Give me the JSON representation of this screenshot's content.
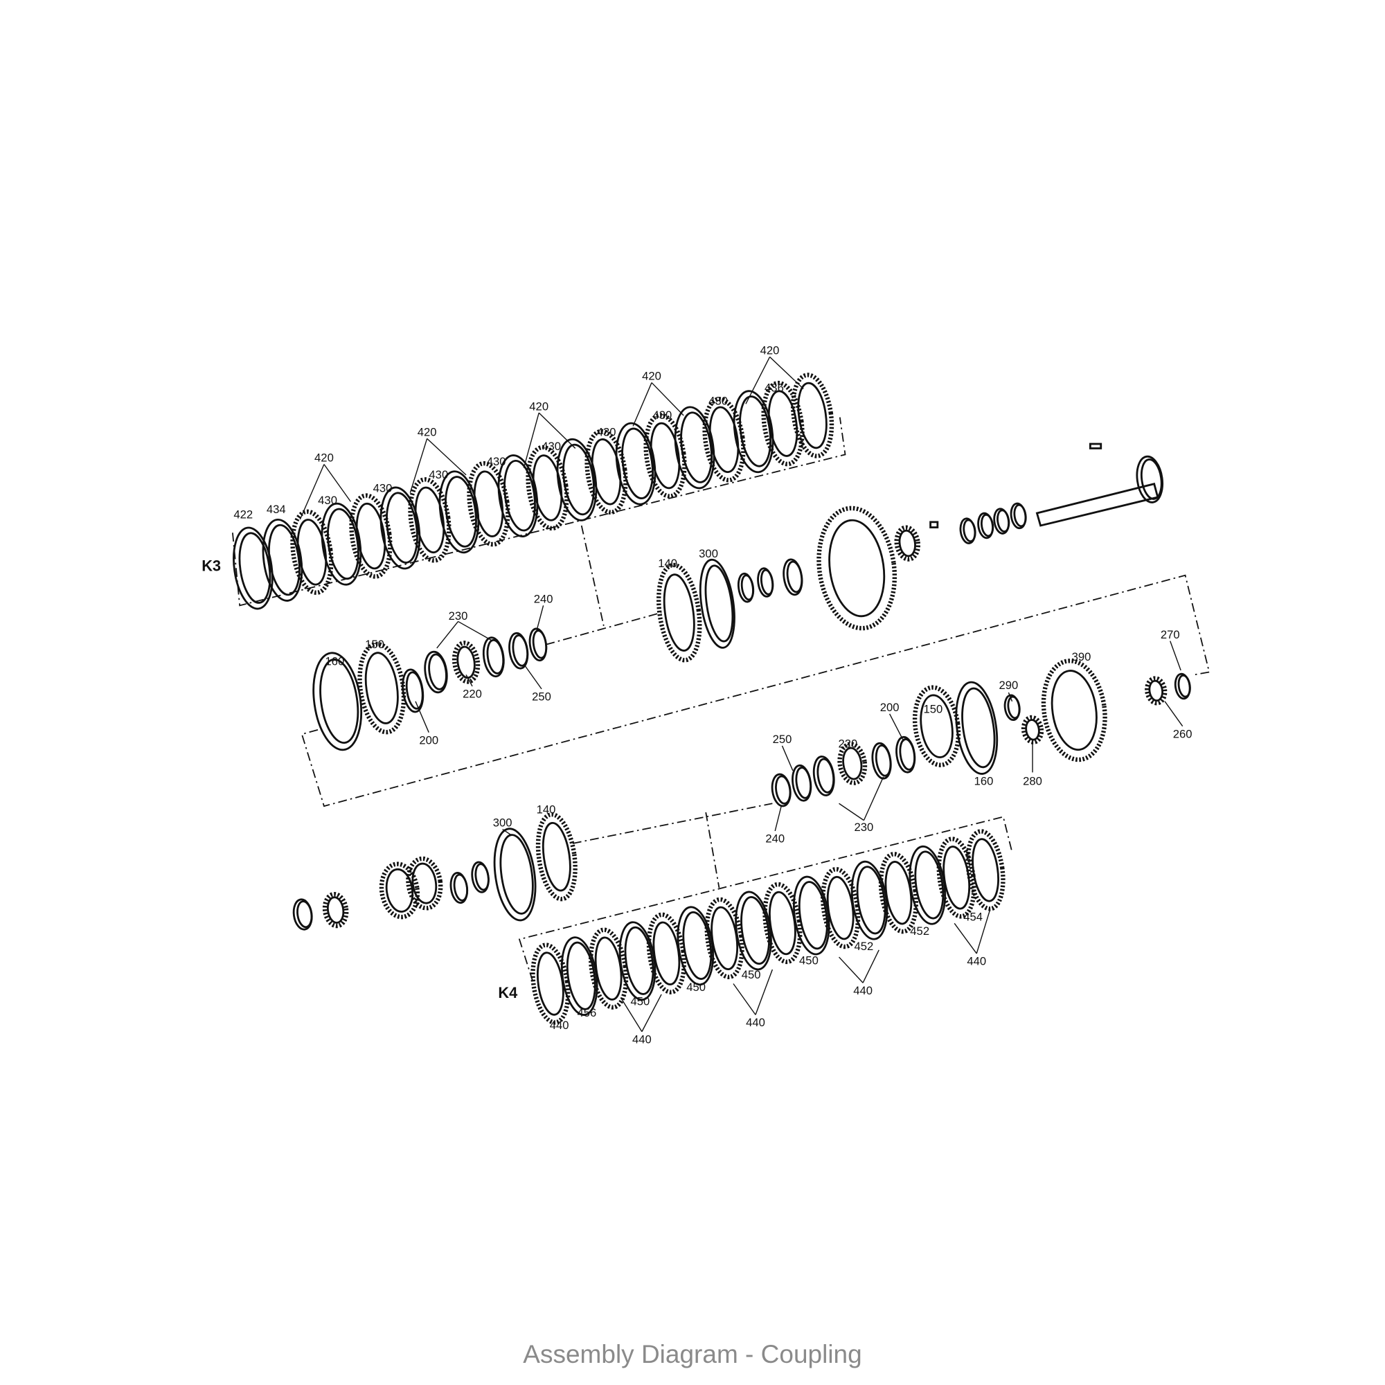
{
  "caption": "Assembly Diagram - Coupling",
  "groups": {
    "k3": "K3",
    "k4": "K4"
  },
  "callouts": [
    "422",
    "434",
    "420",
    "430",
    "430",
    "420",
    "430",
    "430",
    "420",
    "430",
    "430",
    "420",
    "430",
    "430",
    "420",
    "436",
    "140",
    "300",
    "240",
    "230",
    "160",
    "150",
    "220",
    "250",
    "200",
    "290",
    "390",
    "270",
    "260",
    "200",
    "150",
    "220",
    "250",
    "160",
    "280",
    "240",
    "230",
    "300",
    "140",
    "440",
    "456",
    "450",
    "440",
    "450",
    "450",
    "440",
    "450",
    "452",
    "440",
    "452",
    "454",
    "440"
  ]
}
